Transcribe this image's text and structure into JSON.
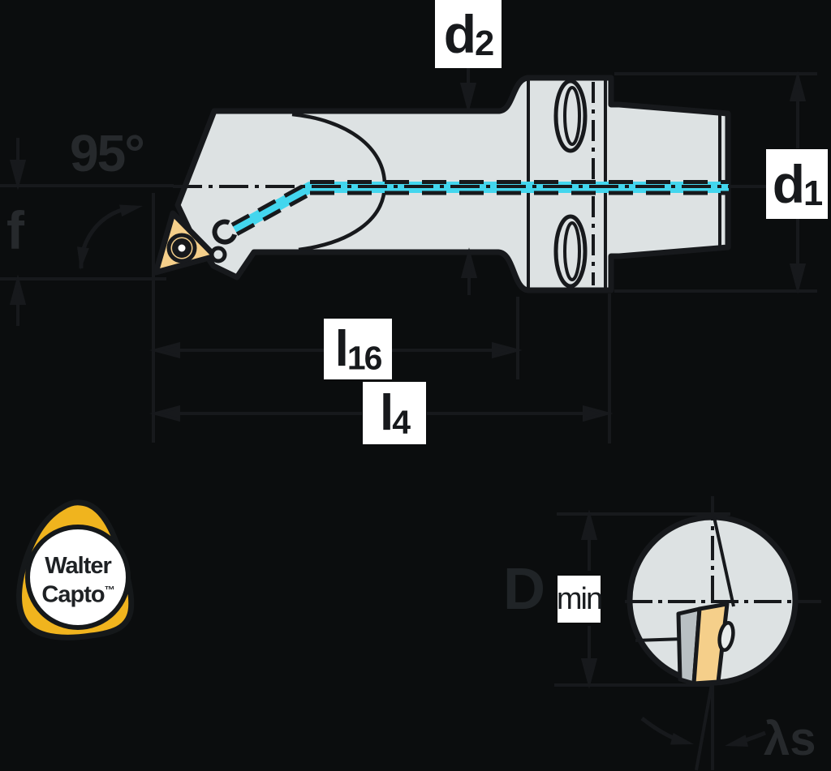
{
  "labels": {
    "d2": {
      "base": "d",
      "sub": "2"
    },
    "d1": {
      "base": "d",
      "sub": "1"
    },
    "l16": {
      "base": "l",
      "sub": "16"
    },
    "l4": {
      "base": "l",
      "sub": "4"
    },
    "angle": "95°",
    "feed": "f",
    "dmin": {
      "base": "D",
      "sub": "min"
    },
    "lambda_s": "λs"
  },
  "logo": {
    "word1": "Walter",
    "word2": "Capto",
    "trademark": "™"
  },
  "colors": {
    "background": "#0b0d0e",
    "body": "#dde2e3",
    "outline": "#17191c",
    "coolant": "#43d6ee",
    "insert": "#f5cf8a",
    "shim": "#b9c0c3",
    "logo_yellow": "#f0b41e",
    "label_bg": "#ffffff",
    "label_text": "#17191c",
    "dim_text": "#26292c"
  }
}
